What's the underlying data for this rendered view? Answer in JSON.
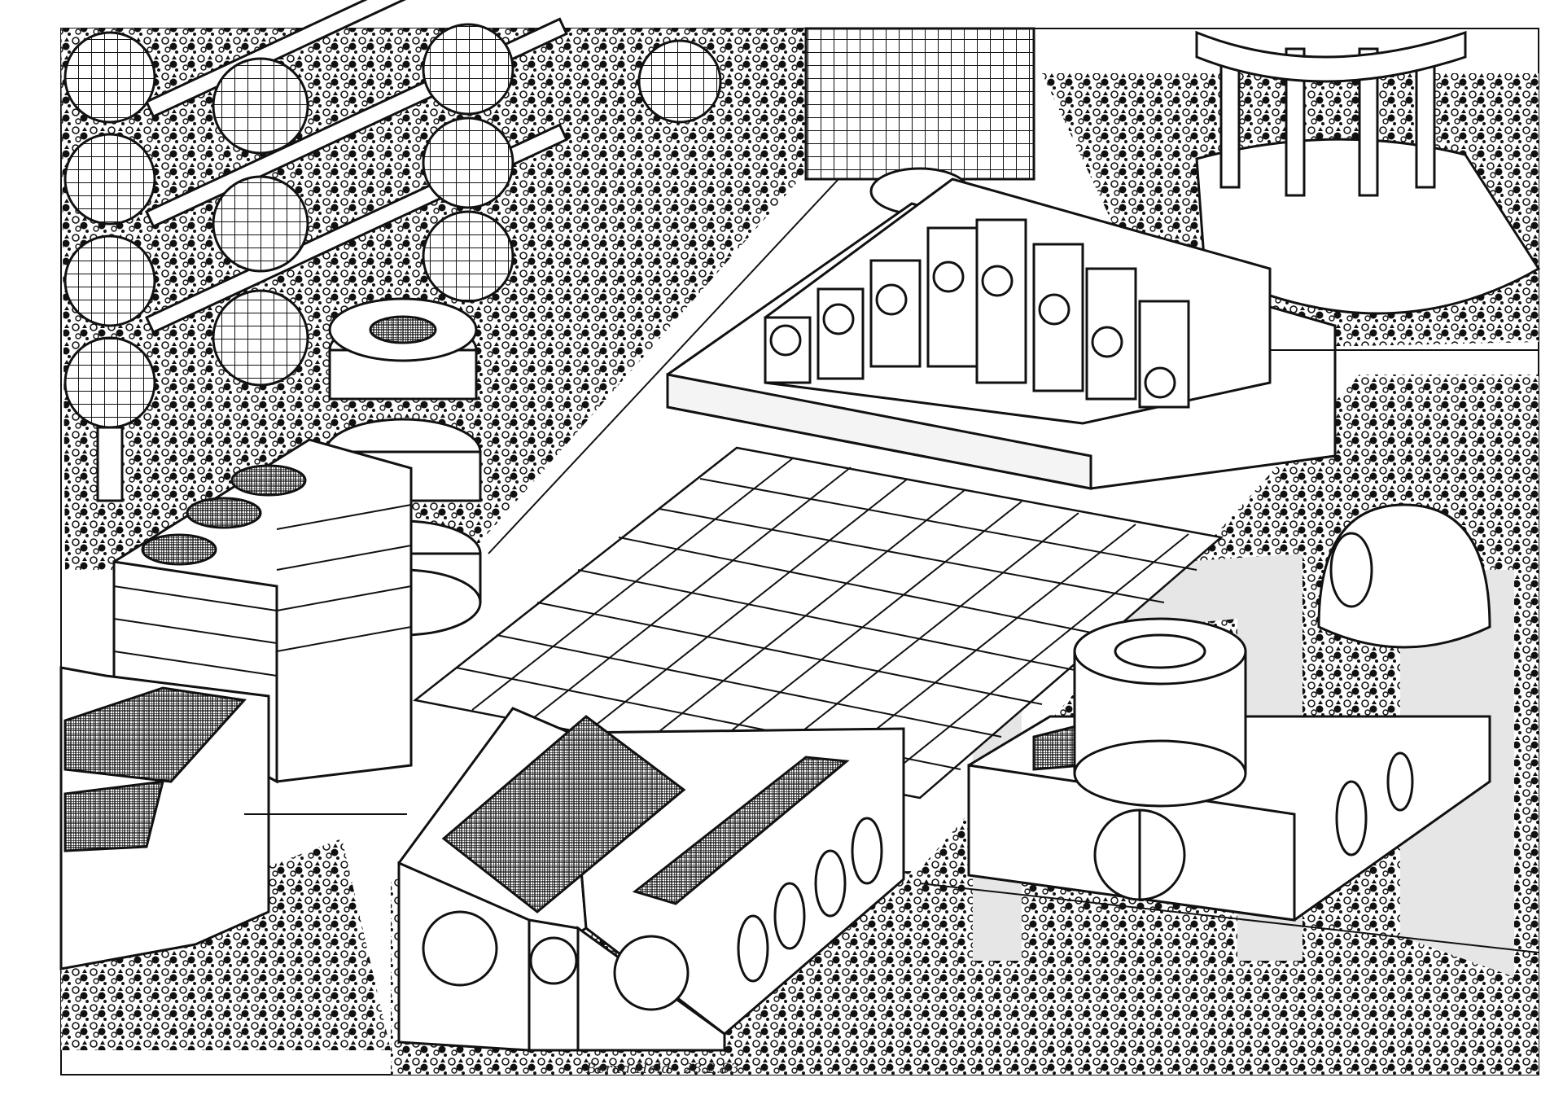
{
  "artwork": {
    "kind": "ink-drawing",
    "subject": "isometric futuristic city block",
    "signature": {
      "name": "Bernd Held",
      "date": "28.2.83"
    },
    "colors": {
      "ink": "#111111",
      "paper": "#ffffff",
      "watermark": "#e6e6e6"
    }
  }
}
